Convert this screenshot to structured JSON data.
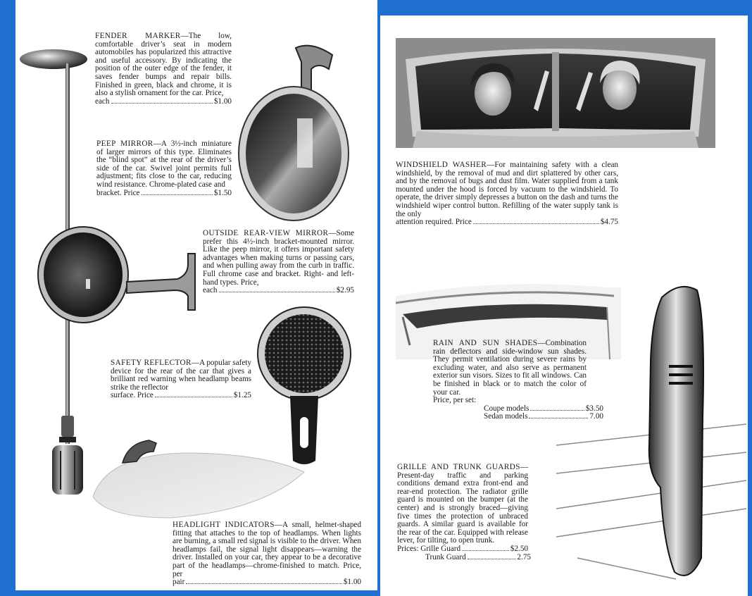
{
  "left_page": {
    "fender_marker": {
      "title": "FENDER MARKER",
      "body": "—The low, comfortable driver’s seat in modern automobiles has popularized this attractive and useful accessory. By indicating the position of the outer edge of the fender, it saves fender bumps and repair bills. Finished in green, black and chrome, it is also a stylish ornament for the car. Price,",
      "price_label": "each",
      "price": "$1.00"
    },
    "peep_mirror": {
      "title": "PEEP MIRROR",
      "body": "—A 3½-inch miniature of larger mirrors of this type. Eliminates the “blind spot” at the rear of the driver’s side of the car. Swivel joint permits full adjustment; fits close to the car, reducing wind resistance. Chrome-plated case and",
      "price_label": "bracket. Price",
      "price": "$1.50"
    },
    "outside_mirror": {
      "title": "OUTSIDE REAR-VIEW MIRROR",
      "body": "—Some prefer this 4½-inch bracket-mounted mirror. Like the peep mirror, it offers important safety advantages when making turns or passing cars, and when pulling away from the curb in traffic. Full chrome case and bracket. Right- and left-hand types. Price,",
      "price_label": "each",
      "price": "$2.95"
    },
    "safety_reflector": {
      "title": "SAFETY REFLECTOR",
      "body": "—A popular safety device for the rear of the car that gives a brilliant red warning when headlamp beams strike the reflector",
      "price_label": "surface. Price",
      "price": "$1.25"
    },
    "headlight_indicators": {
      "title": "HEADLIGHT INDICATORS",
      "body": "—A small, helmet-shaped fitting that attaches to the top of headlamps. When lights are burning, a small red signal is visible to the driver. When headlamps fail, the signal light disappears—warning the driver. Installed on your car, they appear to be a decorative part of the headlamps—chrome-finished to match. Price, per",
      "price_label": "pair",
      "price": "$1.00"
    }
  },
  "right_page": {
    "windshield_washer": {
      "title": "WINDSHIELD WASHER",
      "body": "—For maintaining safety with a clean windshield, by the removal of mud and dirt splattered by other cars, and by the removal of bugs and dust film. Water supplied from a tank mounted under the hood is forced by vacuum to the windshield. To operate, the driver simply depresses a button on the dash and turns the windshield wiper control button. Refilling of the water supply tank is the only",
      "price_label": "attention required. Price",
      "price": "$4.75"
    },
    "rain_sun_shades": {
      "title": "RAIN AND SUN SHADES",
      "body": "—Combination rain deflectors and side-window sun shades. They permit ventilation during severe rains by excluding water, and also serve as permanent exterior sun visors. Sizes to fit all windows. Can be finished in black or to match the color of your car.",
      "price_intro": "Price, per set:",
      "prices": [
        {
          "label": "Coupe models",
          "price": "$3.50"
        },
        {
          "label": "Sedan models",
          "price": "7.00"
        }
      ]
    },
    "grille_trunk_guards": {
      "title": "GRILLE AND TRUNK GUARDS",
      "body": "—Present-day traffic and parking conditions demand extra front-end and rear-end protection. The radiator grille guard is mounted on the bumper (at the center) and is strongly braced—giving five times the protection of unbraced guards. A similar guard is available for the rear of the car. Equipped with release lever, for tilting, to open trunk.",
      "prices": [
        {
          "label": "Prices: Grille Guard",
          "price": "$2.50"
        },
        {
          "label": "Trunk Guard",
          "price": "2.75"
        }
      ]
    }
  }
}
